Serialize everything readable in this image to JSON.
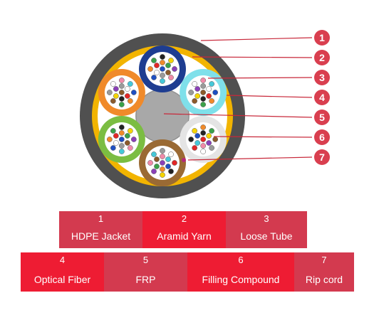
{
  "colors": {
    "line": "#c8283a",
    "badge": "#d93f4f",
    "cell_bright": "#ee1c33",
    "cell_muted": "#d33a4f",
    "jacket": "#505050",
    "aramid": "#f2b400",
    "frp": "#a8a8a8"
  },
  "callouts": [
    "1",
    "2",
    "3",
    "4",
    "5",
    "6",
    "7"
  ],
  "tubes": [
    {
      "name": "blue",
      "color": "#1e3d91"
    },
    {
      "name": "cyan",
      "color": "#7fe0ea"
    },
    {
      "name": "white",
      "color": "#e4e4e4"
    },
    {
      "name": "brown",
      "color": "#9a6a34"
    },
    {
      "name": "green",
      "color": "#7bbd42"
    },
    {
      "name": "orange",
      "color": "#f08a2a"
    }
  ],
  "fiber_colors": [
    "#1e4fc2",
    "#f08a2a",
    "#3aa14a",
    "#8b5a2b",
    "#9a9a9a",
    "#ffffff",
    "#e32626",
    "#222222",
    "#f5d400",
    "#8a3fb8",
    "#f08aa8",
    "#45c8d8"
  ],
  "legend": [
    {
      "num": "1",
      "label": "HDPE Jacket"
    },
    {
      "num": "2",
      "label": "Aramid Yarn"
    },
    {
      "num": "3",
      "label": "Loose Tube"
    },
    {
      "num": "4",
      "label": "Optical Fiber"
    },
    {
      "num": "5",
      "label": "FRP"
    },
    {
      "num": "6",
      "label": "Filling Compound"
    },
    {
      "num": "7",
      "label": "Rip cord"
    }
  ]
}
